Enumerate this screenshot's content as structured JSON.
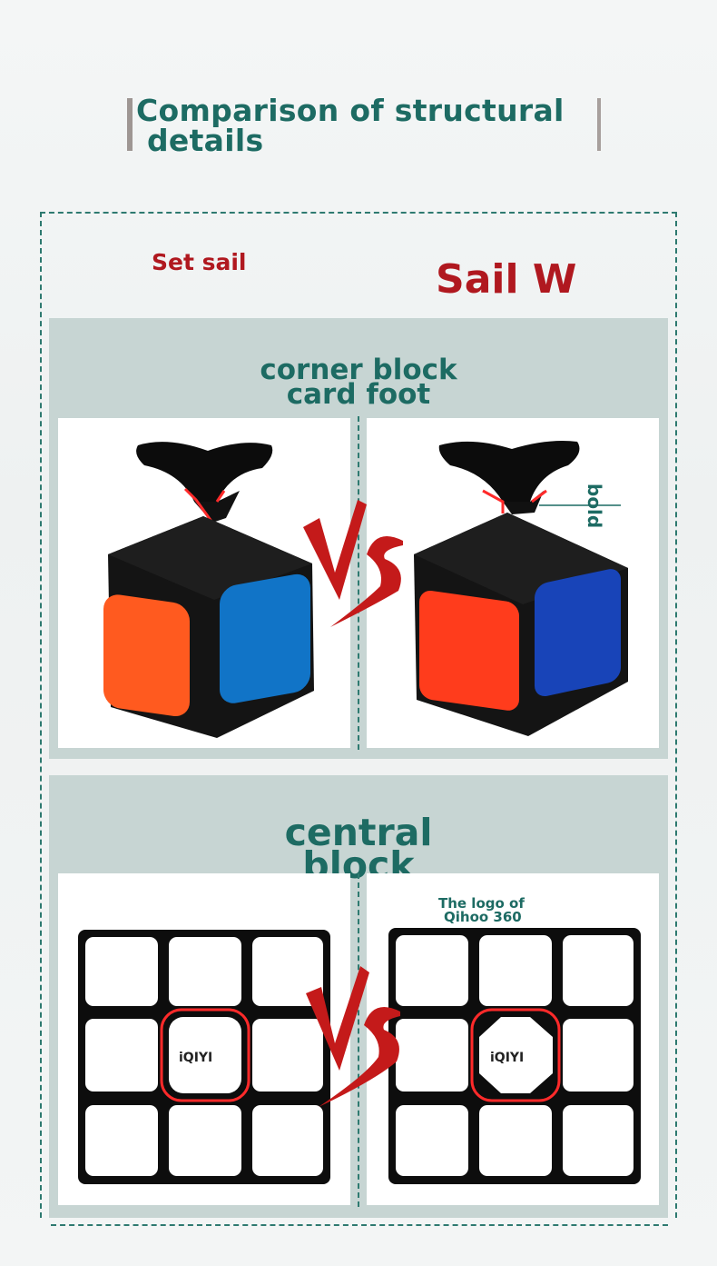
{
  "header": {
    "title_line1": "Comparison of structural",
    "title_line2": "details"
  },
  "brands": {
    "left": "Set sail",
    "right": "Sail W"
  },
  "sections": {
    "corner": {
      "title_line1": "corner block",
      "title_line2": "card foot"
    },
    "center": {
      "title_line1": "central",
      "title_line2": "block"
    }
  },
  "annotations": {
    "bold": "bold",
    "logo_line1": "The logo of",
    "logo_line2": "Qihoo 360",
    "center_logo_left": "iQIYI",
    "center_logo_right": "iQIYI"
  },
  "colors": {
    "accent_teal": "#1d6b63",
    "brand_red": "#b0181f",
    "panel_bg": "#c7d5d3",
    "cube_orange_left": "#ff5a1f",
    "cube_blue_left": "#1174c7",
    "cube_orange_right": "#ff3c1c",
    "cube_blue_right": "#1844b8",
    "glow_red": "#ff2a2a"
  },
  "icons": {
    "vs": "vs-brush-icon",
    "corner_piece": "cube-corner-piece-icon",
    "center_grid": "cube-face-grid-icon"
  }
}
